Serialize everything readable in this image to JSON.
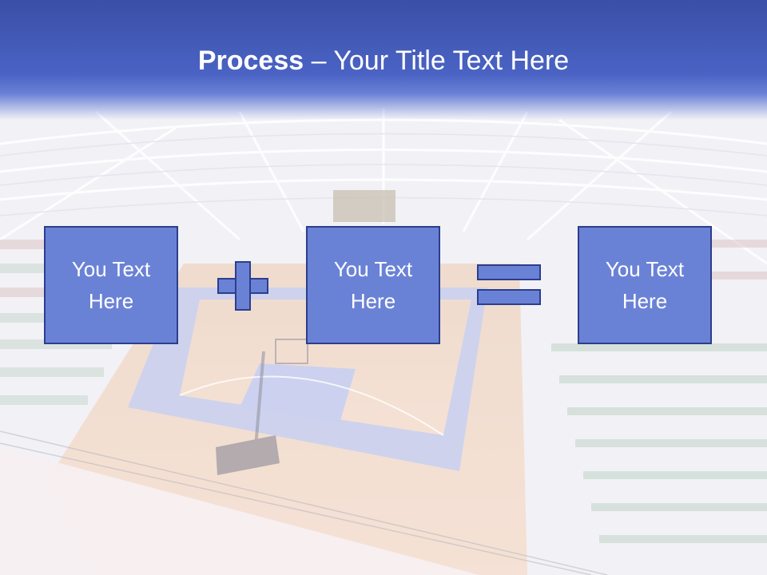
{
  "slide": {
    "title_bold": "Process",
    "title_rest": " – Your Title Text Here"
  },
  "process": {
    "box1_text": "You Text Here",
    "box2_text": "You Text Here",
    "box3_text": "You Text Here",
    "operator1": "plus-icon",
    "operator2": "equals-icon"
  },
  "colors": {
    "title_band": "#4a63c4",
    "box_fill": "#6a82d6",
    "box_border": "#2c3e8c",
    "text": "#ffffff"
  }
}
